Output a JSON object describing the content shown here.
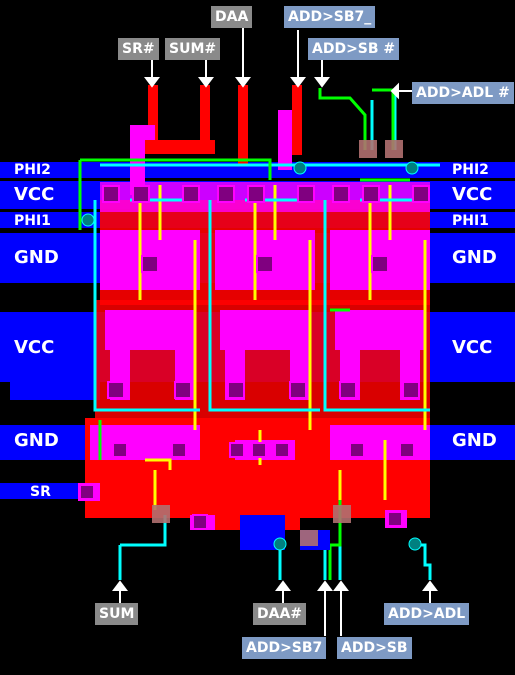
{
  "labels": {
    "top": [
      "DAA",
      "ADD>SB7_",
      "SR#",
      "SUM#",
      "ADD>SB #",
      "ADD>ADL #"
    ],
    "bottom": [
      "SUM",
      "DAA#",
      "ADD>ADL",
      "ADD>SB7",
      "ADD>SB"
    ],
    "rails_left": [
      "PHI2",
      "VCC",
      "PHI1",
      "GND",
      "VCC",
      "GND",
      "SR"
    ],
    "rails_right": [
      "PHI2",
      "VCC",
      "PHI1",
      "GND",
      "VCC",
      "GND"
    ]
  },
  "colors": {
    "background": "#000000",
    "diffusion": "#ff0000",
    "polysilicon": "#ff00ff",
    "metal": "#0000ff",
    "metal_highlight": "#00ffff",
    "poly_highlight": "#ffff00",
    "contact": "#800080",
    "via": "#008080",
    "wire_green": "#00ff00",
    "label_grey": "#8a8a8a",
    "label_blue": "#7e9ac4"
  }
}
